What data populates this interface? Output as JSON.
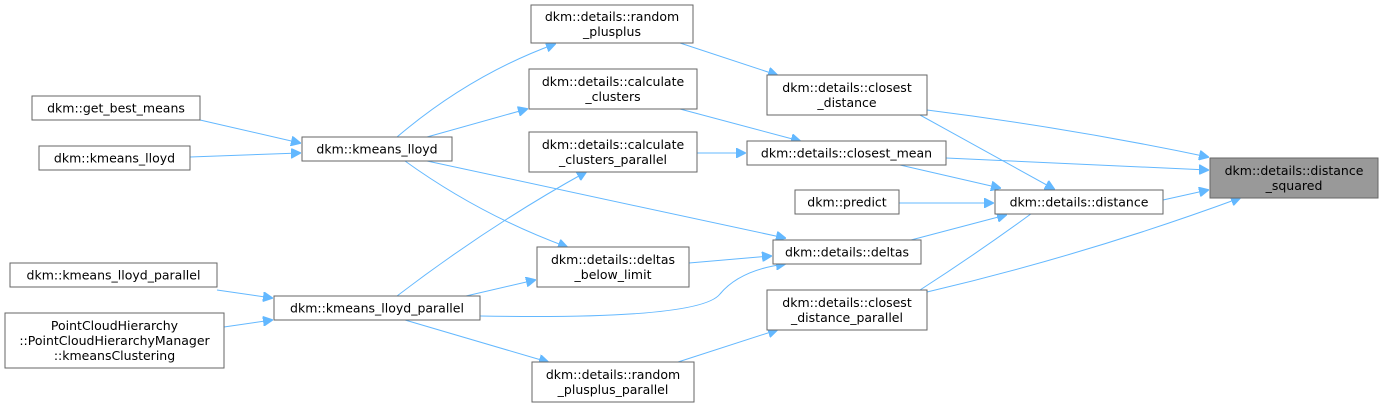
{
  "nodes": {
    "distance_squared": [
      "dkm::details::distance",
      "_squared"
    ],
    "random_plusplus": [
      "dkm::details::random",
      "_plusplus"
    ],
    "calculate_clusters": [
      "dkm::details::calculate",
      "_clusters"
    ],
    "calculate_clusters_parallel": [
      "dkm::details::calculate",
      "_clusters_parallel"
    ],
    "closest_distance": [
      "dkm::details::closest",
      "_distance"
    ],
    "closest_mean": [
      "dkm::details::closest_mean"
    ],
    "distance": [
      "dkm::details::distance"
    ],
    "predict": [
      "dkm::predict"
    ],
    "deltas": [
      "dkm::details::deltas"
    ],
    "deltas_below_limit": [
      "dkm::details::deltas",
      "_below_limit"
    ],
    "closest_distance_parallel": [
      "dkm::details::closest",
      "_distance_parallel"
    ],
    "random_plusplus_parallel": [
      "dkm::details::random",
      "_plusplus_parallel"
    ],
    "get_best_means": [
      "dkm::get_best_means"
    ],
    "kmeans_lloyd": [
      "dkm::kmeans_lloyd"
    ],
    "kmeans_lloyd_outer": [
      "dkm::kmeans_lloyd"
    ],
    "kmeans_lloyd_parallel": [
      "dkm::kmeans_lloyd_parallel"
    ],
    "kmeans_lloyd_parallel_outer": [
      "dkm::kmeans_lloyd_parallel"
    ],
    "pointcloud": [
      "PointCloudHierarchy",
      "::PointCloudHierarchyManager",
      "::kmeansClustering"
    ]
  }
}
